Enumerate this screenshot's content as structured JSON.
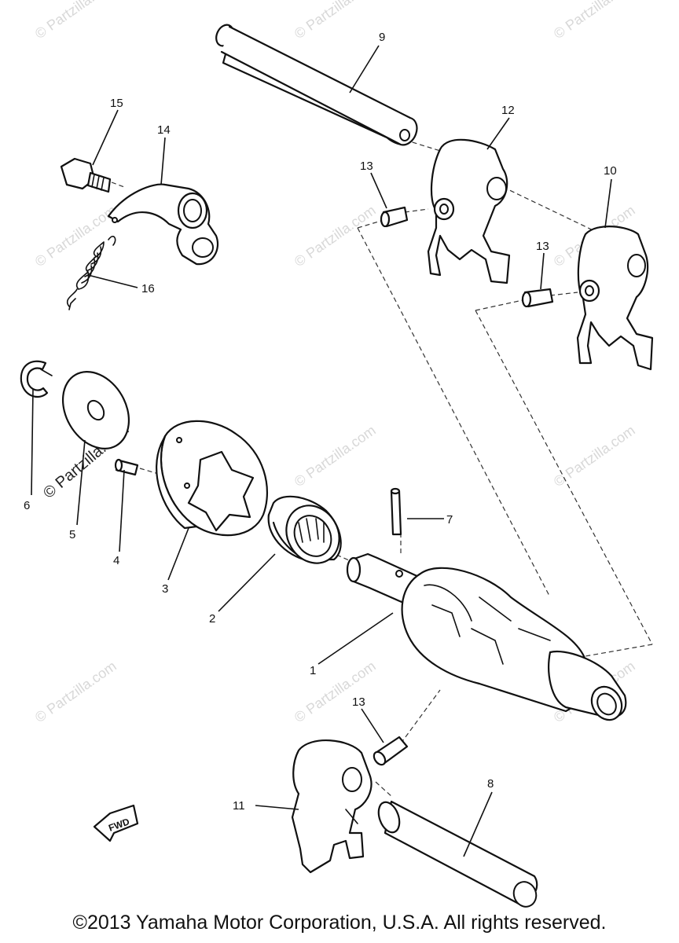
{
  "callouts": {
    "c1": "1",
    "c2": "2",
    "c3": "3",
    "c4": "4",
    "c5": "5",
    "c6": "6",
    "c7": "7",
    "c8": "8",
    "c9": "9",
    "c10": "10",
    "c11": "11",
    "c12": "12",
    "c13a": "13",
    "c13b": "13",
    "c13c": "13",
    "c14": "14",
    "c15": "15",
    "c16": "16"
  },
  "watermark": {
    "text": "© Partzilla.com",
    "feature_text": "© Partzilla.com"
  },
  "fwd_label": "FWD",
  "copyright": "©2013 Yamaha Motor Corporation, U.S.A. All rights reserved."
}
